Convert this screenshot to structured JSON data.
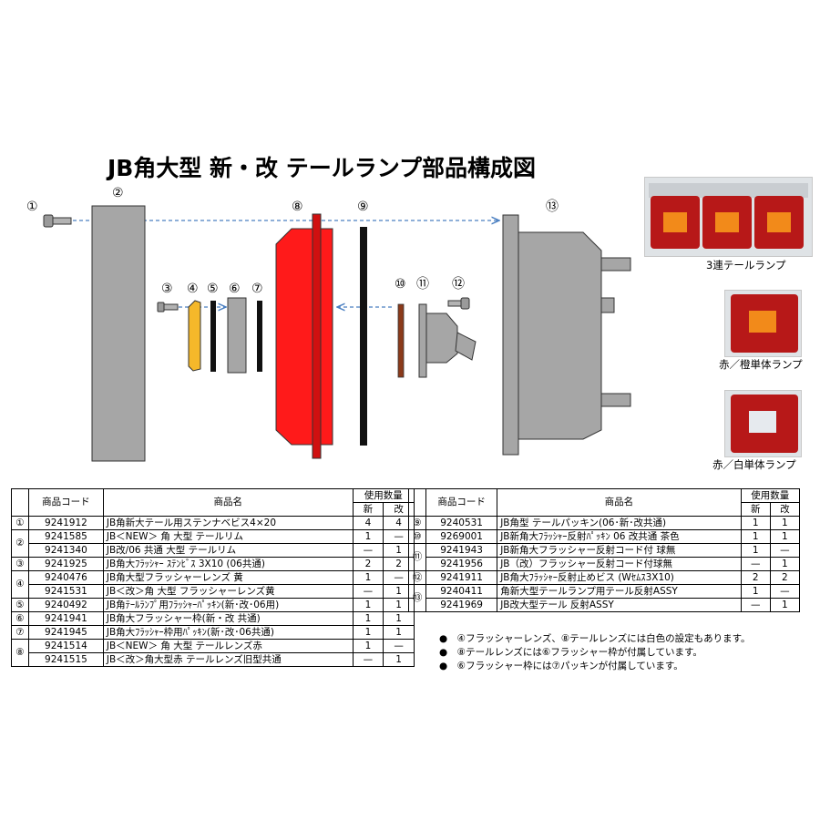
{
  "title": "JB角大型 新・改 テールランプ部品構成図",
  "labels": {
    "l1": "①",
    "l2": "②",
    "l3": "③",
    "l4": "④",
    "l5": "⑤",
    "l6": "⑥",
    "l7": "⑦",
    "l8": "⑧",
    "l9": "⑨",
    "l10": "⑩",
    "l11": "⑪",
    "l12": "⑫",
    "l13": "⑬"
  },
  "photos": [
    {
      "caption": "3連テールランプ"
    },
    {
      "caption": "赤／橙単体ランプ"
    },
    {
      "caption": "赤／白単体ランプ"
    }
  ],
  "colors": {
    "lens_red": "#ff1a1a",
    "flasher_amber": "#f5b82a",
    "gray_part": "#a6a6a6",
    "rim_brown": "#8b3a1a",
    "arrow_blue": "#4a7fc1"
  },
  "table_left": {
    "headers": {
      "code": "商品コード",
      "name": "商品名",
      "qty": "使用数量",
      "new": "新",
      "kai": "改"
    },
    "rows": [
      {
        "no": "①",
        "code": "9241912",
        "name": "JB角新大テール用ステンナベビス4×20",
        "new": "4",
        "kai": "4"
      },
      {
        "no": "②",
        "code": "9241585",
        "name": "JB＜NEW＞ 角 大型 テールリム",
        "new": "1",
        "kai": "—"
      },
      {
        "no": "",
        "code": "9241340",
        "name": "JB改/06 共通 大型 テールリム",
        "new": "—",
        "kai": "1"
      },
      {
        "no": "③",
        "code": "9241925",
        "name": "JB角大ﾌﾗｯｼｬｰ ｽﾃﾝﾋﾞｽ 3X10 (06共通)",
        "new": "2",
        "kai": "2"
      },
      {
        "no": "④",
        "code": "9240476",
        "name": "JB角大型フラッシャーレンズ 黄",
        "new": "1",
        "kai": "—"
      },
      {
        "no": "",
        "code": "9241531",
        "name": "JB＜改＞角 大型 フラッシャーレンズ黄",
        "new": "—",
        "kai": "1"
      },
      {
        "no": "⑤",
        "code": "9240492",
        "name": "JB角ﾃｰﾙﾗﾝﾌﾟ用ﾌﾗｯｼｬｰﾊﾟｯｷﾝ(新･改･06用)",
        "new": "1",
        "kai": "1"
      },
      {
        "no": "⑥",
        "code": "9241941",
        "name": "JB角大フラッシャー枠(新・改 共通)",
        "new": "1",
        "kai": "1"
      },
      {
        "no": "⑦",
        "code": "9241945",
        "name": "JB角大ﾌﾗｯｼｬｰ枠用ﾊﾟｯｷﾝ(新･改･06共通)",
        "new": "1",
        "kai": "1"
      },
      {
        "no": "⑧",
        "code": "9241514",
        "name": "JB＜NEW＞ 角 大型 テールレンズ赤",
        "new": "1",
        "kai": "—"
      },
      {
        "no": "",
        "code": "9241515",
        "name": "JB＜改＞角大型赤 テールレンズ旧型共通",
        "new": "—",
        "kai": "1"
      }
    ]
  },
  "table_right": {
    "headers": {
      "code": "商品コード",
      "name": "商品名",
      "qty": "使用数量",
      "new": "新",
      "kai": "改"
    },
    "rows": [
      {
        "no": "⑨",
        "code": "9240531",
        "name": "JB角型 テールパッキン(06･新･改共通)",
        "new": "1",
        "kai": "1"
      },
      {
        "no": "⑩",
        "code": "9269001",
        "name": "JB新角大ﾌﾗｯｼｬｰ反射ﾊﾟｯｷﾝ 06 改共通 茶色",
        "new": "1",
        "kai": "1"
      },
      {
        "no": "⑪",
        "code": "9241943",
        "name": "JB新角大フラッシャー反射コード付 球無",
        "new": "1",
        "kai": "—"
      },
      {
        "no": "",
        "code": "9241956",
        "name": "JB（改）フラッシャー反射コード付球無",
        "new": "—",
        "kai": "1"
      },
      {
        "no": "⑫",
        "code": "9241911",
        "name": "JB角大ﾌﾗｯｼｬｰ反射止めビス (Wｾﾑｽ3X10)",
        "new": "2",
        "kai": "2"
      },
      {
        "no": "⑬",
        "code": "9240411",
        "name": "角新大型テールランプ用テール反射ASSY",
        "new": "1",
        "kai": "—"
      },
      {
        "no": "",
        "code": "9241969",
        "name": "JB改大型テール 反射ASSY",
        "new": "—",
        "kai": "1"
      }
    ]
  },
  "notes": [
    "●　④フラッシャーレンズ、⑧テールレンズには白色の設定もあります。",
    "●　⑧テールレンズには⑥フラッシャー枠が付属しています。",
    "●　⑥フラッシャー枠には⑦パッキンが付属しています。"
  ]
}
